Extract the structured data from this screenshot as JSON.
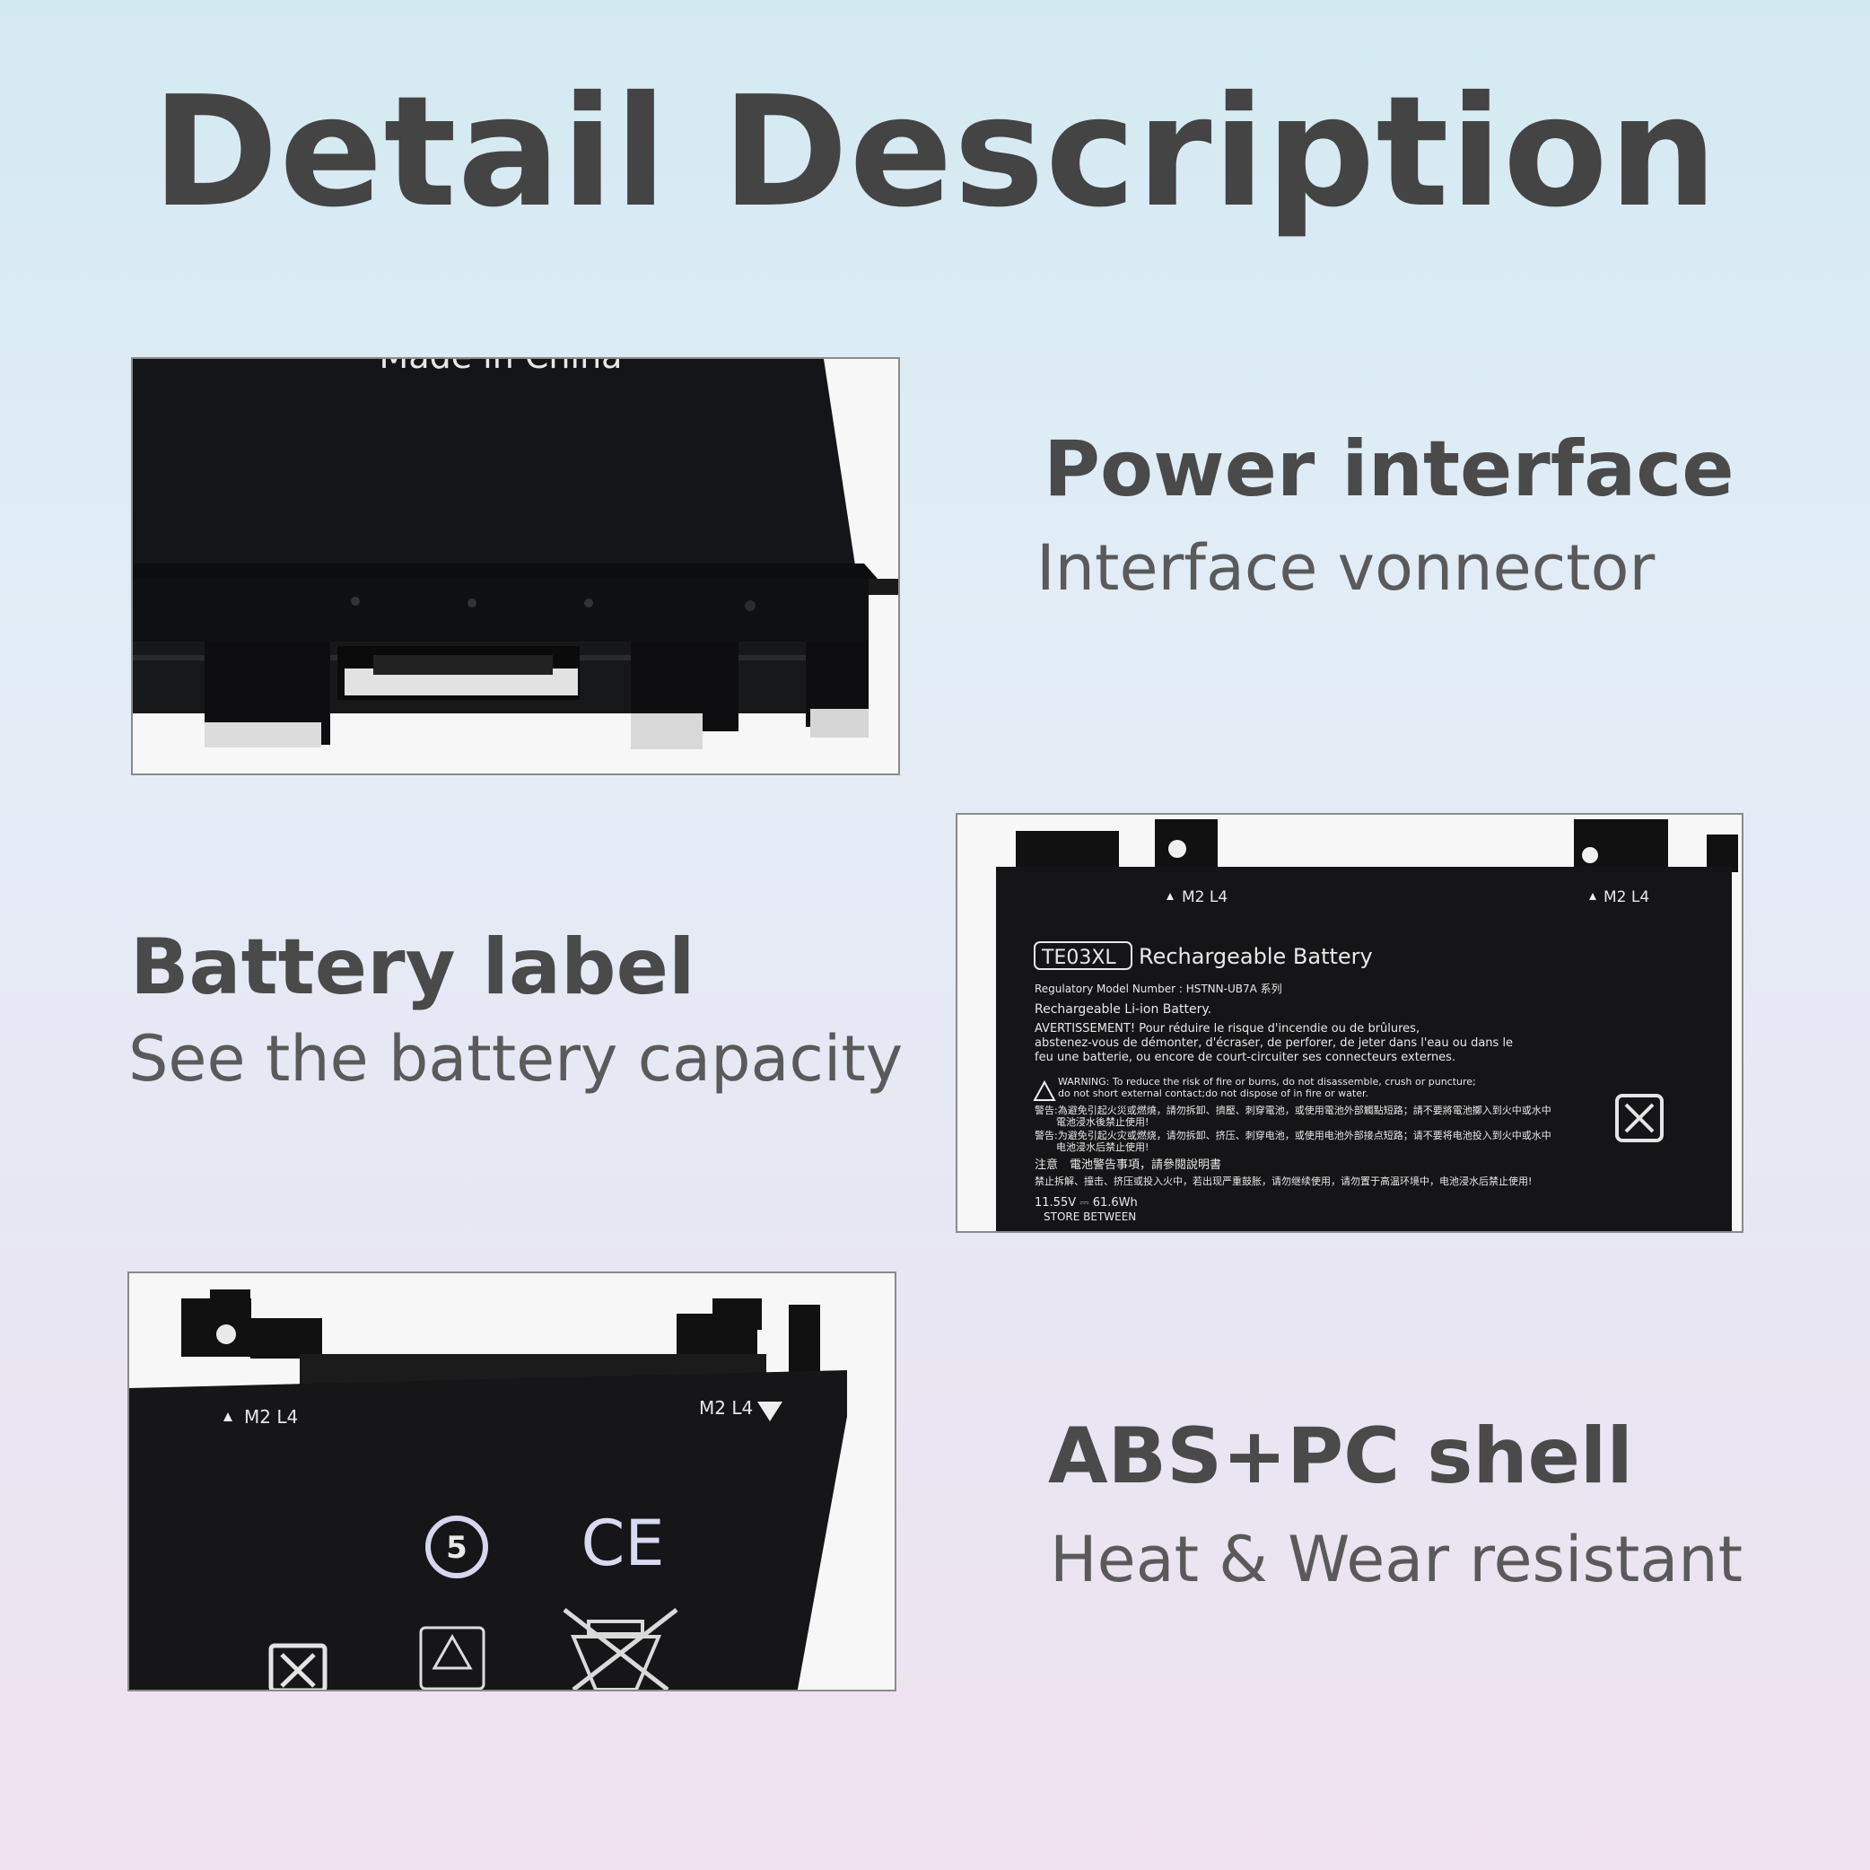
{
  "page": {
    "title": "Detail Description"
  },
  "features": [
    {
      "heading": "Power interface",
      "subheading": "Interface vonnector"
    },
    {
      "heading": "Battery label",
      "subheading": "See the battery capacity"
    },
    {
      "heading": "ABS+PC shell",
      "subheading": "Heat & Wear resistant"
    }
  ],
  "photo_power": {
    "made_in": "Made in China"
  },
  "photo_label": {
    "marker_left": "M2 L4",
    "marker_right": "M2 L4",
    "model_code": "TE03XL",
    "product": "Rechargeable Battery",
    "regulatory": "Regulatory Model Number : HSTNN-UB7A 系列",
    "type": "Rechargeable Li-ion Battery.",
    "fr_1": "AVERTISSEMENT! Pour réduire le risque d'incendie ou de brûlures,",
    "fr_2": "abstenez-vous de démonter, d'écraser, de perforer, de jeter dans l'eau ou dans le",
    "fr_3": "feu une batterie, ou encore de court-circuiter ses connecteurs externes.",
    "warn_1": "WARNING: To reduce the risk of fire or burns, do not disassemble, crush or puncture;",
    "warn_2": "do not short external contact;do not dispose of in fire or water.",
    "zh_1": "警告:為避免引起火災或燃燒，請勿拆卸、擠壓、刺穿電池，或使用電池外部觸點短路；請不要將電池擲入到火中或水中",
    "zh_1b": "電池浸水後禁止使用!",
    "zh_2": "警告:为避免引起火灾或燃烧，请勿拆卸、挤压、刺穿电池，或使用电池外部接点短路；请不要将电池投入到火中或水中",
    "zh_2b": "电池浸水后禁止使用!",
    "zh_3": "注意　電池警告事項，請參閱說明書",
    "zh_4": "禁止拆解、撞击、挤压或投入火中，若出现严重鼓胀，请勿继续使用，请勿置于高温环境中，电池浸水后禁止使用!",
    "rating": "11.55V ⎓ 61.6Wh",
    "store": "STORE BETWEEN"
  },
  "photo_shell": {
    "marker_left": "M2 L4",
    "marker_right": "M2 L4",
    "recycle_number": "5",
    "ce_mark": "CE"
  }
}
